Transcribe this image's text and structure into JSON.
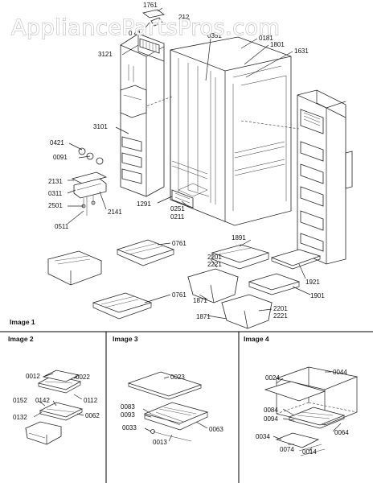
{
  "watermark": "AppliancePartsPros.com",
  "captions": {
    "image1": "Image 1",
    "image2": "Image 2",
    "image3": "Image 3",
    "image4": "Image 4"
  },
  "labels": {
    "p1761": "1761",
    "p212": "212",
    "p041": "0 41",
    "p0351": "0351",
    "p0181": "0181",
    "p1801": "1801",
    "p1631": "1631",
    "p3121": "3121",
    "p3101": "3101",
    "p0421": "0421",
    "p0091": "0091",
    "p2131": "2131",
    "p0311": "0311",
    "p2501": "2501",
    "p2141": "2141",
    "p0511": "0511",
    "p1291": "1291",
    "p0251": "0251",
    "p0211": "0211",
    "p0761a": "0761",
    "p0761b": "0761",
    "p1891": "1891",
    "p2201a": "2201",
    "p2221a": "2221",
    "p1921": "1921",
    "p1901": "1901",
    "p1871a": "1871",
    "p1871b": "1871",
    "p2201b": "2201",
    "p2221b": "2221",
    "p0012": "0012",
    "p0022": "0022",
    "p0152": "0152",
    "p0142": "0142",
    "p0112": "0112",
    "p0132": "0132",
    "p0062": "0062",
    "p0023": "0023",
    "p0083": "0083",
    "p0093": "0093",
    "p0033": "0033",
    "p0013": "0013",
    "p0063": "0063",
    "p0024": "0024",
    "p0044": "0044",
    "p0084": "0084",
    "p0094": "0094",
    "p0034": "0034",
    "p0074": "0074",
    "p0014": "0014",
    "p0064": "0064"
  }
}
